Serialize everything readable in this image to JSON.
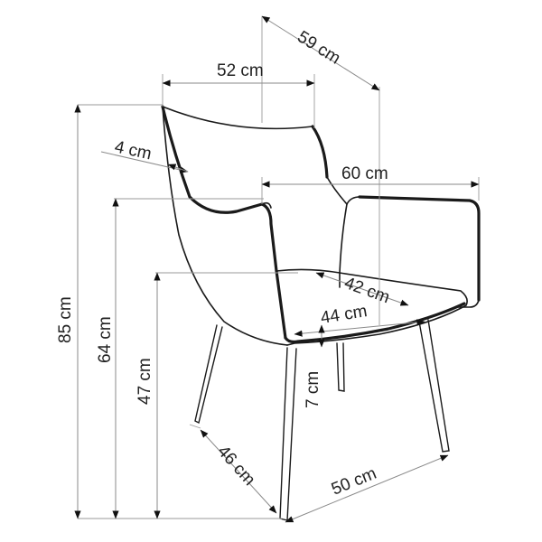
{
  "dimensions": {
    "width_top": "52 cm",
    "depth_top": "59 cm",
    "frame_thickness": "4 cm",
    "armrest_width": "60 cm",
    "seat_depth": "42 cm",
    "seat_width": "44 cm",
    "total_height": "85 cm",
    "armrest_height": "64 cm",
    "seat_height": "47 cm",
    "cushion_thickness": "7 cm",
    "base_depth": "46 cm",
    "base_width": "50 cm"
  },
  "colors": {
    "outline": "#1a1a1a",
    "dimension_line": "#8a8a8a",
    "text": "#222222"
  }
}
